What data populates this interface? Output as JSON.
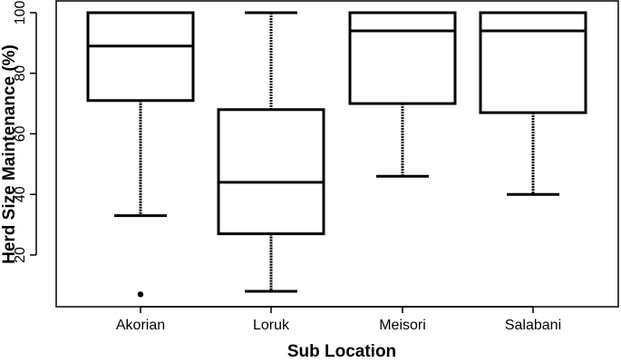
{
  "chart_data": {
    "type": "boxplot",
    "title": "",
    "xlabel": "Sub Location",
    "ylabel": "Herd Size Maintenance (%)",
    "ylim": [
      0,
      100
    ],
    "yticks": [
      20,
      40,
      60,
      80,
      100
    ],
    "categories": [
      "Akorian",
      "Loruk",
      "Meisori",
      "Salabani"
    ],
    "boxes": [
      {
        "name": "Akorian",
        "whisker_low": 33,
        "q1": 71,
        "median": 89,
        "q3": 100,
        "whisker_high": 100,
        "outliers": [
          7
        ]
      },
      {
        "name": "Loruk",
        "whisker_low": 8,
        "q1": 27,
        "median": 44,
        "q3": 68,
        "whisker_high": 100,
        "outliers": []
      },
      {
        "name": "Meisori",
        "whisker_low": 46,
        "q1": 70,
        "median": 94,
        "q3": 100,
        "whisker_high": 100,
        "outliers": []
      },
      {
        "name": "Salabani",
        "whisker_low": 40,
        "q1": 67,
        "median": 94,
        "q3": 100,
        "whisker_high": 100,
        "outliers": []
      }
    ],
    "grid": false,
    "legend": "none"
  },
  "colors": {
    "stroke": "#000000",
    "background": "#ffffff"
  }
}
